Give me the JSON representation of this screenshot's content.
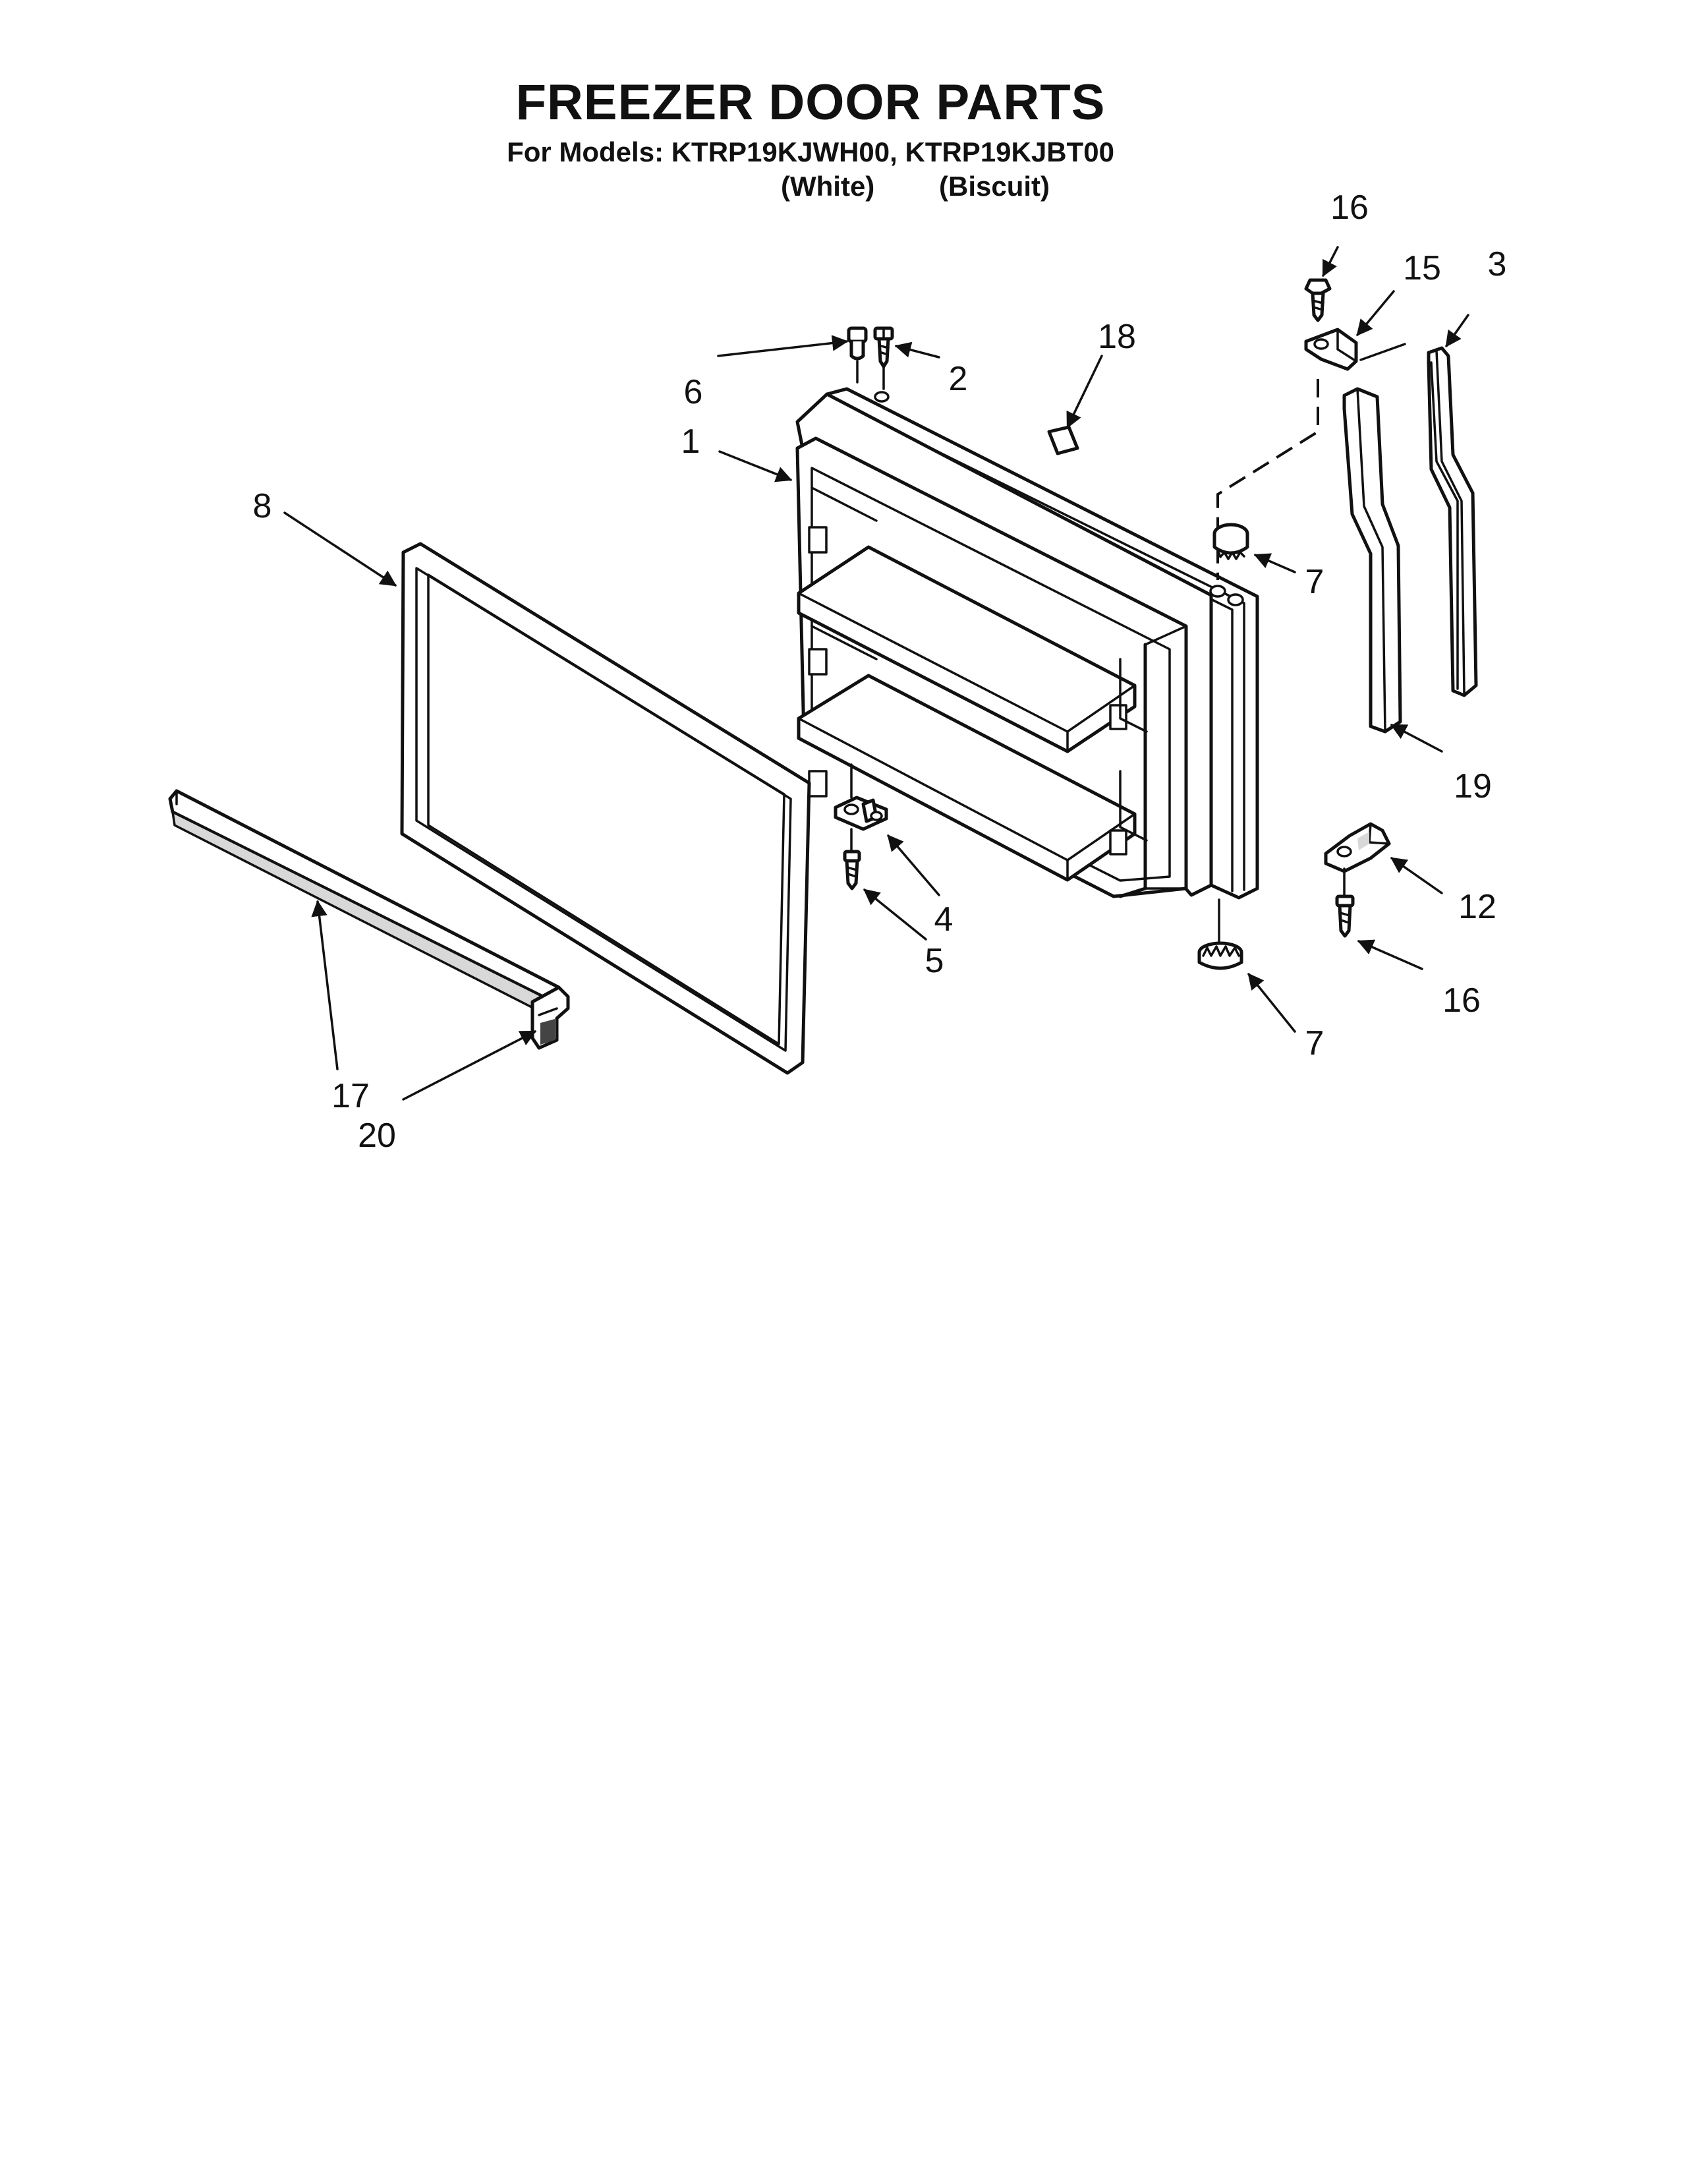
{
  "header": {
    "title": "FREEZER DOOR PARTS",
    "models_line": "For Models: KTRP19KJWH00, KTRP19KJBT00",
    "variant_white": "(White)",
    "variant_biscuit": "(Biscuit)"
  },
  "callouts": [
    {
      "id": "c1",
      "label": "1"
    },
    {
      "id": "c2",
      "label": "2"
    },
    {
      "id": "c3",
      "label": "3"
    },
    {
      "id": "c4",
      "label": "4"
    },
    {
      "id": "c5",
      "label": "5"
    },
    {
      "id": "c6",
      "label": "6"
    },
    {
      "id": "c7a",
      "label": "7"
    },
    {
      "id": "c7b",
      "label": "7"
    },
    {
      "id": "c8",
      "label": "8"
    },
    {
      "id": "c12",
      "label": "12"
    },
    {
      "id": "c15",
      "label": "15"
    },
    {
      "id": "c16a",
      "label": "16"
    },
    {
      "id": "c16b",
      "label": "16"
    },
    {
      "id": "c17",
      "label": "17"
    },
    {
      "id": "c18",
      "label": "18"
    },
    {
      "id": "c19",
      "label": "19"
    },
    {
      "id": "c20",
      "label": "20"
    }
  ]
}
